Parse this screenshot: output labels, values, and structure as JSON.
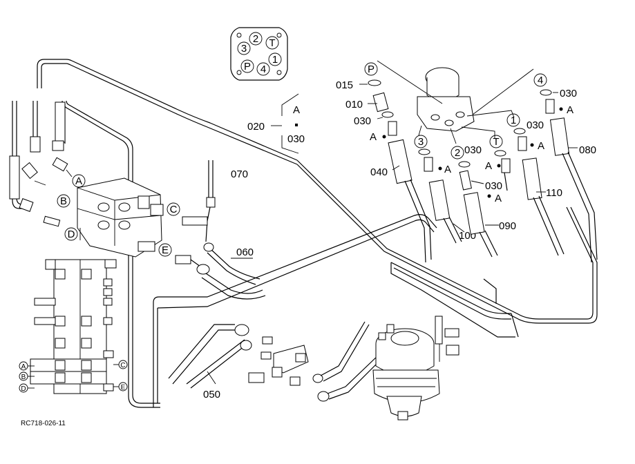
{
  "diagram": {
    "code": "RC718-026-11",
    "pilot_block_ports": [
      "2",
      "3",
      "T",
      "P",
      "4",
      "1"
    ],
    "key_note": {
      "ref": "020",
      "a": "A",
      "b": "030"
    },
    "part_numbers": {
      "p010": "010",
      "p015": "015",
      "p030": "030",
      "p040": "040",
      "p050": "050",
      "p060": "060",
      "p070": "070",
      "p080": "080",
      "p090": "090",
      "p100": "100",
      "p110": "110"
    },
    "callouts": {
      "a": "A",
      "b": "B",
      "c": "C",
      "d": "D",
      "e": "E",
      "p": "P",
      "t": "T",
      "n1": "1",
      "n2": "2",
      "n3": "3",
      "n4": "4"
    }
  }
}
